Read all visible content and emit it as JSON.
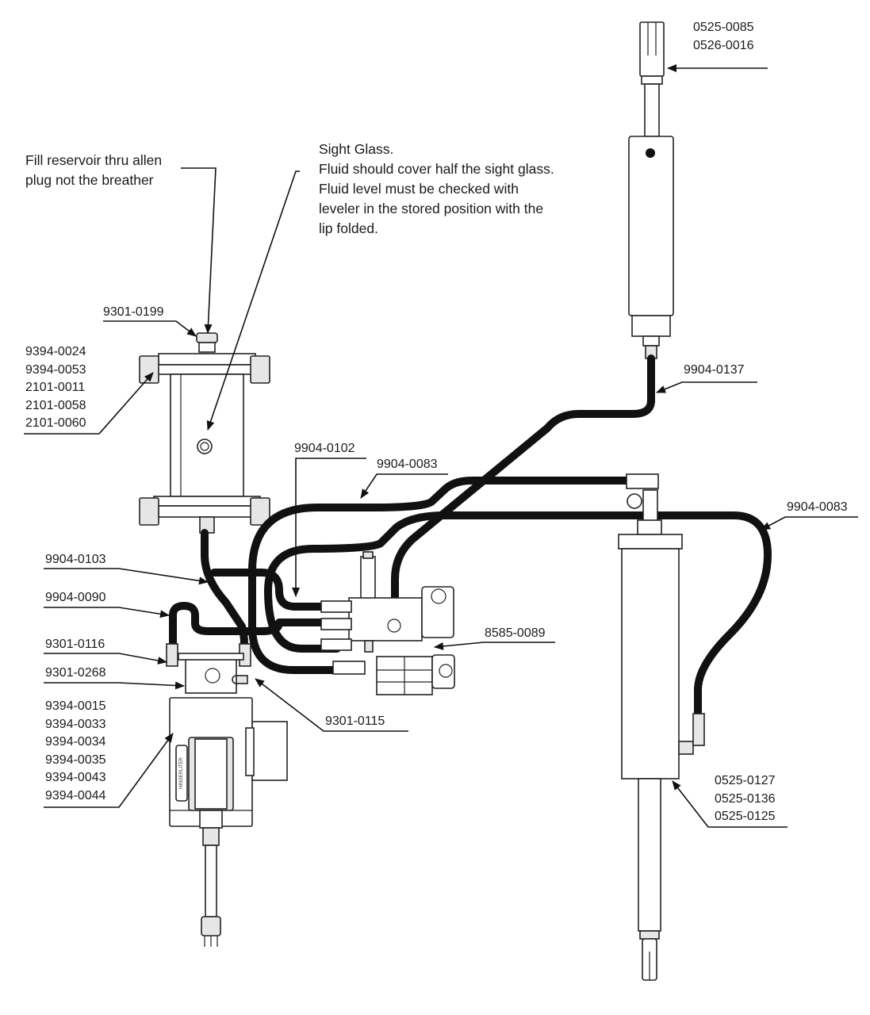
{
  "notes": {
    "fill": [
      "Fill reservoir thru allen",
      "plug not the breather"
    ],
    "sight_glass": [
      "Sight Glass.",
      "Fluid should cover half the sight glass.",
      "Fluid level must be checked with",
      "leveler in the stored position with the",
      "lip folded."
    ]
  },
  "labels": {
    "top_cylinder_clevis": [
      "0525-0085",
      "0526-0016"
    ],
    "breather": [
      "9301-0199"
    ],
    "reservoir_hardware": [
      "9394-0024",
      "9394-0053",
      "2101-0011",
      "2101-0058",
      "2101-0060"
    ],
    "hose_top_cyl": [
      "9904-0137"
    ],
    "hose_valve_upper": [
      "9904-0102"
    ],
    "hose_a": [
      "9904-0083"
    ],
    "hose_b": [
      "9904-0083"
    ],
    "hose_pump_upper": [
      "9904-0103"
    ],
    "hose_pump_lower": [
      "9904-0090"
    ],
    "valve_block": [
      "8585-0089"
    ],
    "fitting_left": [
      "9301-0116"
    ],
    "fitting_plate": [
      "9301-0268"
    ],
    "fitting_right": [
      "9301-0115"
    ],
    "pump_motor": [
      "9394-0015",
      "9394-0033",
      "9394-0034",
      "9394-0035",
      "9394-0043",
      "9394-0044"
    ],
    "bottom_cylinder": [
      "0525-0127",
      "0525-0136",
      "0525-0125"
    ]
  },
  "motor_badge": "HINDERLITER"
}
